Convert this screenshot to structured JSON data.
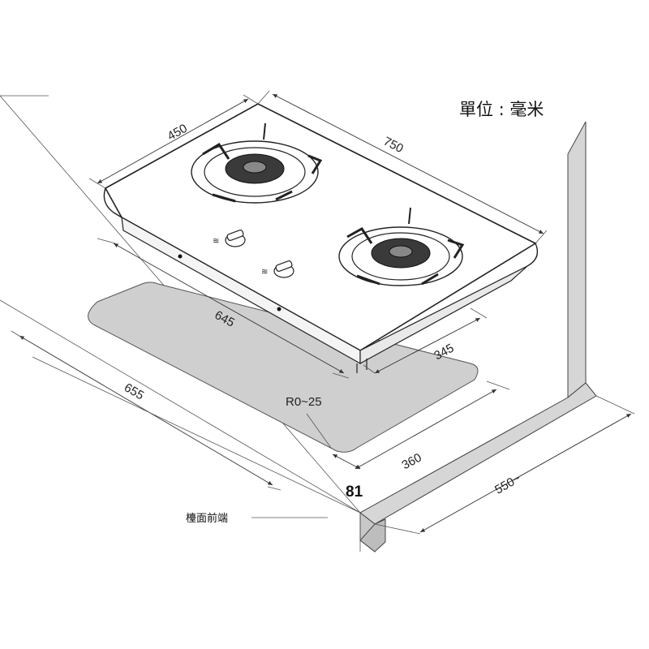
{
  "unit_label": "單位 : 毫米",
  "dimensions": {
    "depth": "450",
    "width": "750",
    "cutout_width": "645",
    "cutout_depth": "345",
    "counter_width": "655",
    "corner_radius": "R0~25",
    "back_clearance": "360",
    "front_gap": "81",
    "counter_depth": "550~"
  },
  "counter_front_label": "檯面前端",
  "colors": {
    "cutout_fill": "#cfcfcf",
    "counter_fill": "#d6d6d6",
    "line": "#333333"
  }
}
